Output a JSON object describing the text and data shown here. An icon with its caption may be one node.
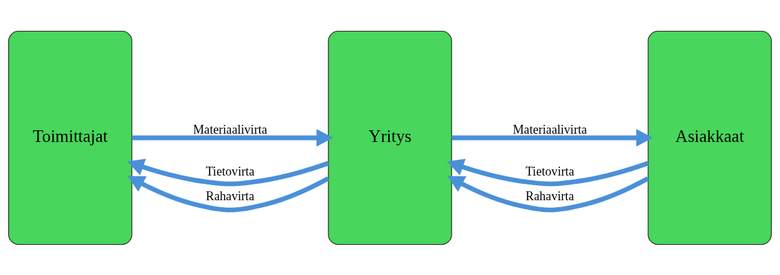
{
  "diagram": {
    "nodes": [
      {
        "text": [
          "Toimittajat"
        ]
      },
      {
        "text": [
          "Yritys"
        ]
      },
      {
        "text": [
          "Asiakkaat"
        ]
      }
    ],
    "edges": [
      {
        "from": 1,
        "to": 0,
        "arrow": "to",
        "label": "Tietovirta"
      },
      {
        "from": 0,
        "to": 1,
        "arrow": "to",
        "label": "Materiaalivirta"
      },
      {
        "from": 1,
        "to": 0,
        "arrow": "to",
        "label": "Rahavirta"
      },
      {
        "from": 2,
        "to": 1,
        "arrow": "to",
        "label": "Tietovirta"
      },
      {
        "from": 1,
        "to": 2,
        "arrow": "to",
        "label": "Materiaalivirta"
      },
      {
        "from": 2,
        "to": 1,
        "arrow": "to",
        "label": "Rahavirta"
      }
    ]
  }
}
